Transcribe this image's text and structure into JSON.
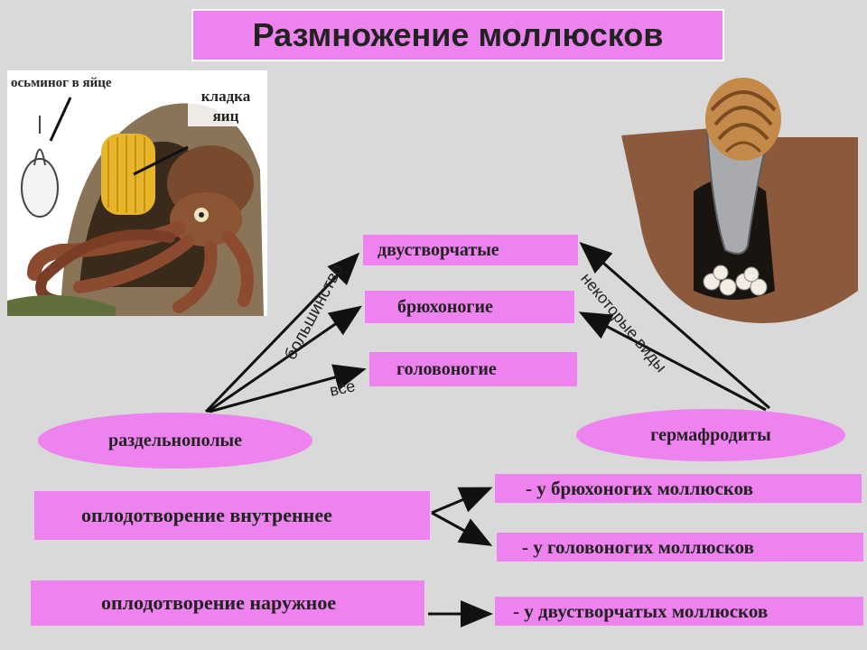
{
  "title": "Размножение моллюсков",
  "octopus_image": {
    "label_egg": "осьминог в яйце",
    "label_clutch": "кладка яиц"
  },
  "groups": {
    "bivalves": "двустворчатые",
    "gastropods": "брюхоногие",
    "cephalopods": "головоногие"
  },
  "dioecious": "раздельнополые",
  "hermaphrodites": "гермафродиты",
  "arrow_labels": {
    "majority": "большинство",
    "all": "все",
    "some_species": "некоторые виды"
  },
  "fertilization": {
    "internal": "оплодотворение внутреннее",
    "internal_gastropods": "- у брюхоногих моллюсков",
    "internal_cephalopods": "- у головоногих моллюсков",
    "external": "оплодотворение наружное",
    "external_bivalves": "- у двустворчатых моллюсков"
  }
}
